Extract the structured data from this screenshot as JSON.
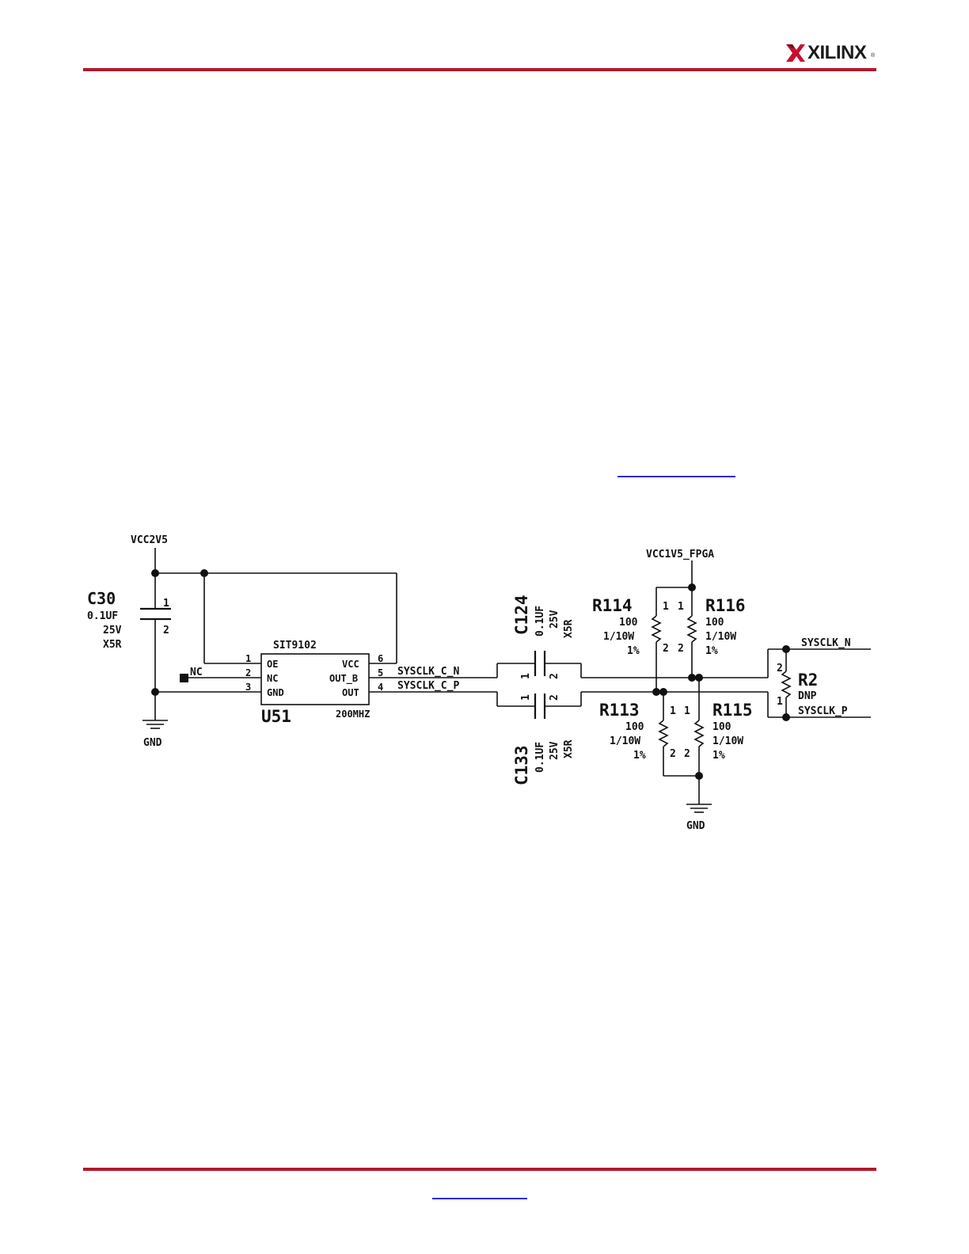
{
  "header": {
    "logo_text": "XILINX",
    "logo_reg": "®",
    "brand_color": "#b2182b"
  },
  "schematic": {
    "power_vcc2v5": "VCC2V5",
    "power_vcc1v5": "VCC1V5_FPGA",
    "gnd_left": "GND",
    "gnd_right": "GND",
    "nc_label": "NC",
    "c30": {
      "ref": "C30",
      "value": "0.1UF",
      "voltage": "25V",
      "dielectric": "X5R",
      "pin1": "1",
      "pin2": "2"
    },
    "u51": {
      "ref": "U51",
      "part": "SIT9102",
      "freq": "200MHZ",
      "pins_left": [
        {
          "num": "1",
          "name": "OE"
        },
        {
          "num": "2",
          "name": "NC"
        },
        {
          "num": "3",
          "name": "GND"
        }
      ],
      "pins_right": [
        {
          "num": "6",
          "name": "VCC"
        },
        {
          "num": "5",
          "name": "OUT_B"
        },
        {
          "num": "4",
          "name": "OUT"
        }
      ]
    },
    "net_sysclk_c_n": "SYSCLK_C_N",
    "net_sysclk_c_p": "SYSCLK_C_P",
    "c124": {
      "ref": "C124",
      "value": "0.1UF",
      "voltage": "25V",
      "dielectric": "X5R",
      "pin1": "1",
      "pin2": "2"
    },
    "c133": {
      "ref": "C133",
      "value": "0.1UF",
      "voltage": "25V",
      "dielectric": "X5R",
      "pin1": "1",
      "pin2": "2"
    },
    "r114": {
      "ref": "R114",
      "value": "100",
      "power": "1/10W",
      "tol": "1%",
      "pin1": "1",
      "pin2": "2"
    },
    "r116": {
      "ref": "R116",
      "value": "100",
      "power": "1/10W",
      "tol": "1%",
      "pin1": "1",
      "pin2": "2"
    },
    "r113": {
      "ref": "R113",
      "value": "100",
      "power": "1/10W",
      "tol": "1%",
      "pin1": "1",
      "pin2": "2"
    },
    "r115": {
      "ref": "R115",
      "value": "100",
      "power": "1/10W",
      "tol": "1%",
      "pin1": "1",
      "pin2": "2"
    },
    "r2": {
      "ref": "R2",
      "value": "DNP",
      "pin1": "1",
      "pin2": "2"
    },
    "net_sysclk_n": "SYSCLK_N",
    "net_sysclk_p": "SYSCLK_P"
  }
}
